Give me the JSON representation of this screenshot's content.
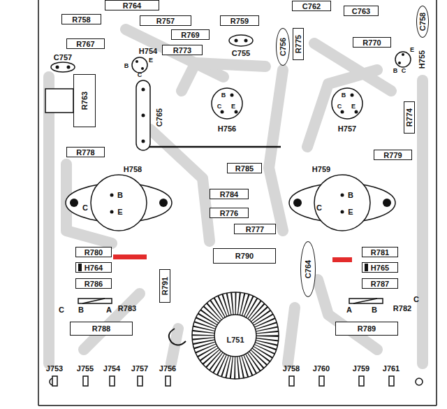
{
  "diagram": {
    "nodes": [
      {
        "text": [
          "R764"
        ]
      },
      {
        "text": [
          "C762"
        ]
      },
      {
        "text": [
          "C763"
        ]
      },
      {
        "text": [
          "C758"
        ]
      },
      {
        "text": [
          "R758"
        ]
      },
      {
        "text": [
          "R757"
        ]
      },
      {
        "text": [
          "R759"
        ]
      },
      {
        "text": [
          "R769"
        ]
      },
      {
        "text": [
          "R775"
        ]
      },
      {
        "text": [
          "C756"
        ]
      },
      {
        "text": [
          "R770"
        ]
      },
      {
        "text": [
          "R767"
        ]
      },
      {
        "text": [
          "R773"
        ]
      },
      {
        "text": [
          "R763"
        ]
      },
      {
        "text": [
          "R774"
        ]
      },
      {
        "text": [
          "R778"
        ]
      },
      {
        "text": [
          "R779"
        ]
      },
      {
        "text": [
          "R785"
        ]
      },
      {
        "text": [
          "R784"
        ]
      },
      {
        "text": [
          "R776"
        ]
      },
      {
        "text": [
          "R777"
        ]
      },
      {
        "text": [
          "R780"
        ]
      },
      {
        "text": [
          "H764"
        ]
      },
      {
        "text": [
          "R786"
        ]
      },
      {
        "text": [
          "R790"
        ]
      },
      {
        "text": [
          "C764"
        ]
      },
      {
        "text": [
          "R781"
        ]
      },
      {
        "text": [
          "H765"
        ]
      },
      {
        "text": [
          "R787"
        ]
      },
      {
        "text": [
          "R791"
        ]
      },
      {
        "text": [
          "R788"
        ]
      },
      {
        "text": [
          "R789"
        ]
      }
    ],
    "labels": [
      "H754",
      "B",
      "C",
      "E",
      "C755",
      "E",
      "B",
      "C",
      "H755",
      "C757",
      "B",
      "C",
      "E",
      "H756",
      "B",
      "C",
      "E",
      "H757",
      "H758",
      "C",
      "B",
      "E",
      "H759",
      "C",
      "B",
      "E",
      "C",
      "B",
      "A",
      "R783",
      "A",
      "B",
      "R782",
      "C",
      "L751",
      "J753",
      "J755",
      "J754",
      "J757",
      "J756",
      "J758",
      "J760",
      "J759",
      "J761",
      "C765"
    ]
  }
}
